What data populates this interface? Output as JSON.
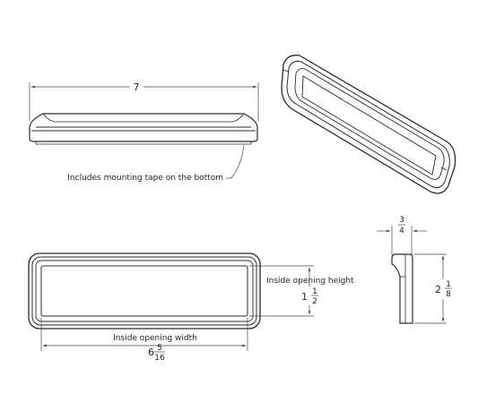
{
  "dimensions": {
    "length": "7",
    "depth": {
      "whole": "",
      "num": "3",
      "den": "4"
    },
    "opening_height": {
      "whole": "1",
      "num": "1",
      "den": "2"
    },
    "opening_width": {
      "whole": "6",
      "num": "5",
      "den": "16"
    },
    "height": {
      "whole": "2",
      "num": "1",
      "den": "8"
    }
  },
  "labels": {
    "tape_note": "Includes mounting tape on the bottom",
    "opening_height": "Inside opening height",
    "opening_width": "Inside opening width"
  }
}
